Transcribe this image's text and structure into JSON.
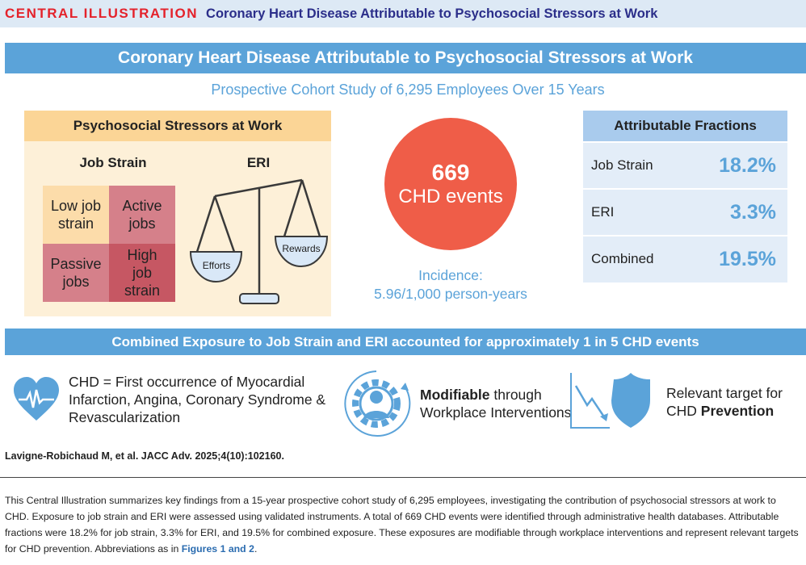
{
  "header": {
    "label": "CENTRAL ILLUSTRATION",
    "title": "Coronary Heart Disease Attributable to Psychosocial Stressors at Work"
  },
  "banner_title": "Coronary Heart Disease Attributable to Psychosocial Stressors at Work",
  "subtitle": "Prospective Cohort Study of 6,295 Employees Over 15 Years",
  "stressors": {
    "title": "Psychosocial Stressors at Work",
    "job_strain": "Job Strain",
    "eri": "ERI",
    "cells": [
      "Low job strain",
      "Active jobs",
      "Passive jobs",
      "High job strain"
    ],
    "efforts": "Efforts",
    "rewards": "Rewards"
  },
  "events": {
    "count": "669",
    "label": "CHD events",
    "incidence_label": "Incidence:",
    "incidence_value": "5.96/1,000 person-years"
  },
  "fractions": {
    "title": "Attributable Fractions",
    "rows": [
      {
        "label": "Job Strain",
        "value": "18.2%"
      },
      {
        "label": "ERI",
        "value": "3.3%"
      },
      {
        "label": "Combined",
        "value": "19.5%"
      }
    ]
  },
  "conclusion": "Combined Exposure to Job Strain and ERI accounted for approximately 1 in 5 CHD events",
  "features": {
    "chd": "CHD = First occurrence of Myocardial Infarction, Angina, Coronary Syndrome & Revascularization",
    "mod_bold": "Modifiable",
    "mod_rest": " through Workplace Interventions",
    "rel_rest": "Relevant target for CHD ",
    "rel_bold": "Prevention"
  },
  "citation": "Lavigne-Robichaud M, et al. JACC Adv. 2025;4(10):102160.",
  "caption": {
    "text": "This Central Illustration summarizes key findings from a 15-year prospective cohort study of 6,295 employees, investigating the contribution of psychosocial stressors at work to CHD. Exposure to job strain and ERI were assessed using validated instruments. A total of 669 CHD events were identified through administrative health databases. Attributable fractions were 18.2% for job strain, 3.3% for ERI, and 19.5% for combined exposure. These exposures are modifiable through workplace interventions and represent relevant targets for CHD prevention. Abbreviations as in ",
    "link": "Figures 1 and 2",
    "end": "."
  },
  "colors": {
    "accent": "#5ba3d9",
    "red": "#e4222b",
    "circle": "#ef5d48"
  }
}
